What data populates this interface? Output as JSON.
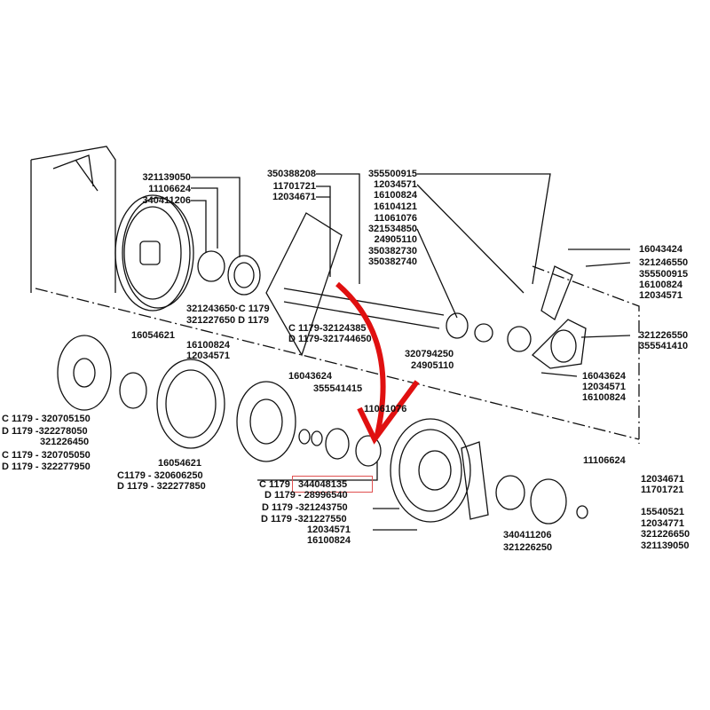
{
  "title": "Pulley / shaft assembly exploded parts diagram",
  "highlight_color": "#e05050",
  "arrow_color": "#e01010",
  "labels": {
    "l01": "321139050",
    "l02": "11106624",
    "l03": "340411206",
    "l04": "321243650·C 1179",
    "l05": "321227650 D 1179",
    "l06": "350388208",
    "l07": "11701721",
    "l08": "12034671",
    "l09": "C 1179-32124385",
    "l10": "D 1179-321744650",
    "l11": "355500915",
    "l12": "12034571",
    "l13": "16100824",
    "l14": "16104121",
    "l15": "11061076",
    "l16": "321534850",
    "l17": "24905110",
    "l18": "350382730",
    "l19": "350382740",
    "l20": "16043424",
    "l21": "321246550",
    "l22": "355500915",
    "l23": "16100824",
    "l24": "12034571",
    "l25": "321226550",
    "l26": "355541410",
    "l27": "16043624",
    "l28": "12034571",
    "l29": "16100824",
    "l30": "320794250",
    "l31": "24905110",
    "l32": "16054621",
    "l33": "16100824",
    "l34": "12034571",
    "l35": "16043624",
    "l36": "355541415",
    "l37": "11061076",
    "l38": "C 1179 - 320705150",
    "l39": "D 1179 -322278050",
    "l40": "321226450",
    "l41": "C 1179 - 320705050",
    "l42": "D 1179 - 322277950",
    "l43": "16054621",
    "l44": "C1179  - 320606250",
    "l45": "D 1179 - 322277850",
    "l46": "C 1179",
    "l47": "344048135",
    "l48": "D 1179 - 28996540",
    "l49": "D 1179 -321243750",
    "l50": "D 1179 -321227550",
    "l51": "12034571",
    "l52": "16100824",
    "l53": "11106624",
    "l54": "12034671",
    "l55": "11701721",
    "l56": "15540521",
    "l57": "12034771",
    "l58": "321226650",
    "l59": "340411206",
    "l60": "321226250",
    "l61": "321139050"
  }
}
